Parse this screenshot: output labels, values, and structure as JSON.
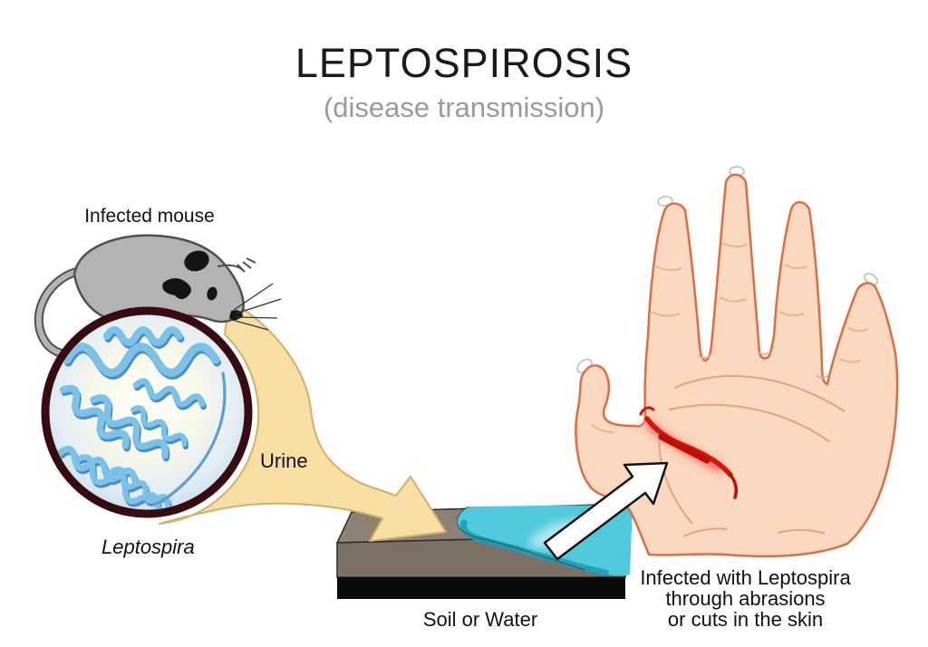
{
  "title": {
    "main": "LEPTOSPIROSIS",
    "subtitle": "(disease transmission)"
  },
  "labels": {
    "infected_mouse": "Infected mouse",
    "urine": "Urine",
    "leptospira": "Leptospira",
    "soil_or_water": "Soil or Water",
    "caption_line1": "Infected with Leptospira",
    "caption_line2": "through abrasions",
    "caption_line3": "or cuts in the skin"
  },
  "illustration": {
    "parts": [
      "infected-mouse-illustration",
      "leptospira-magnifier-circle",
      "leptospira-bacteria",
      "urine-flow-arrow",
      "soil-water-block",
      "transmission-arrow",
      "hand-with-cut",
      "skin-wound"
    ]
  },
  "colors": {
    "title_text": "#1A1A1A",
    "subtitle_text": "#9A9A9A",
    "label_text": "#111111",
    "mouse_gray": "#B3B3B3",
    "lens_ring_maroon": "#380B10",
    "bacteria_blue": "#7CC2E8",
    "bacteria_blue_dark": "#4A8FC4",
    "urine_tan": "#F7DFA3",
    "urine_outline": "#D2AF6B",
    "soil_brown": "#8C8173",
    "soil_front": "#7C7164",
    "soil_base_black": "#0B0B0B",
    "water_cyan": "#4FC9DB",
    "water_edge_teal": "#1E9CB2",
    "skin": "#FBD8C0",
    "skin_outline": "#DD6E44",
    "wound_red": "#D6150A"
  }
}
